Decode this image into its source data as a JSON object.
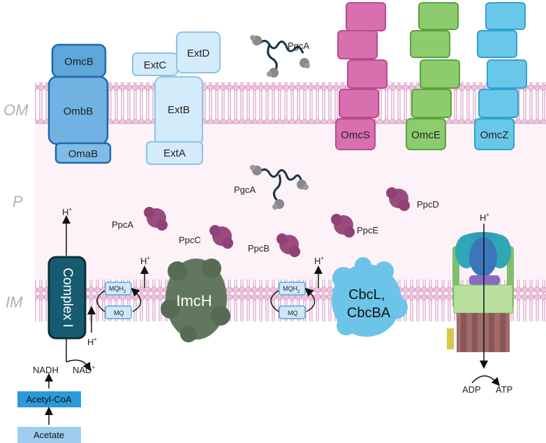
{
  "regions": {
    "om": "OM",
    "p": "P",
    "im": "IM"
  },
  "outer_membrane": {
    "omc_b": "OmcB",
    "omb_b": "OmbB",
    "oma_b": "OmaB",
    "ext_c": "ExtC",
    "ext_d": "ExtD",
    "ext_b": "ExtB",
    "ext_a": "ExtA",
    "pgc_a": "PgcA",
    "omc_s": "OmcS",
    "omc_e": "OmcE",
    "omc_z": "OmcZ"
  },
  "periplasm": {
    "pgc_a": "PgcA",
    "ppc_a": "PpcA",
    "ppc_b": "PpcB",
    "ppc_c": "PpcC",
    "ppc_d": "PpcD",
    "ppc_e": "PpcE"
  },
  "inner_membrane": {
    "complex_i": "Complex I",
    "h_plus": "H",
    "plus": "+",
    "mqh": "MQH",
    "mqh_sub": "2",
    "mq": "MQ",
    "imc_h": "ImcH",
    "cbc_line1": "CbcL,",
    "cbc_line2": "CbcBA"
  },
  "metabolism": {
    "nadh": "NADH",
    "nad": "NAD",
    "nad_sup": "+",
    "acetyl_coa": "Acetyl-CoA",
    "acetate": "Acetate",
    "adp": "ADP",
    "atp": "ATP"
  },
  "colors": {
    "membrane_pink": "#e8b4d2",
    "periplasm": "#fdf2f7",
    "omb_blue": "#6fb3e3",
    "ext_blue": "#cfe8f8",
    "omcs": "#d86fae",
    "omce": "#8ccc6e",
    "omcz": "#69c7ea",
    "ppc": "#9a4c7f",
    "imch": "#62775f",
    "cbc": "#6cc4e8",
    "complex_i": "#175b70",
    "acetyl_box": "#2a9ad8",
    "acetate_box": "#9fcdf0"
  }
}
